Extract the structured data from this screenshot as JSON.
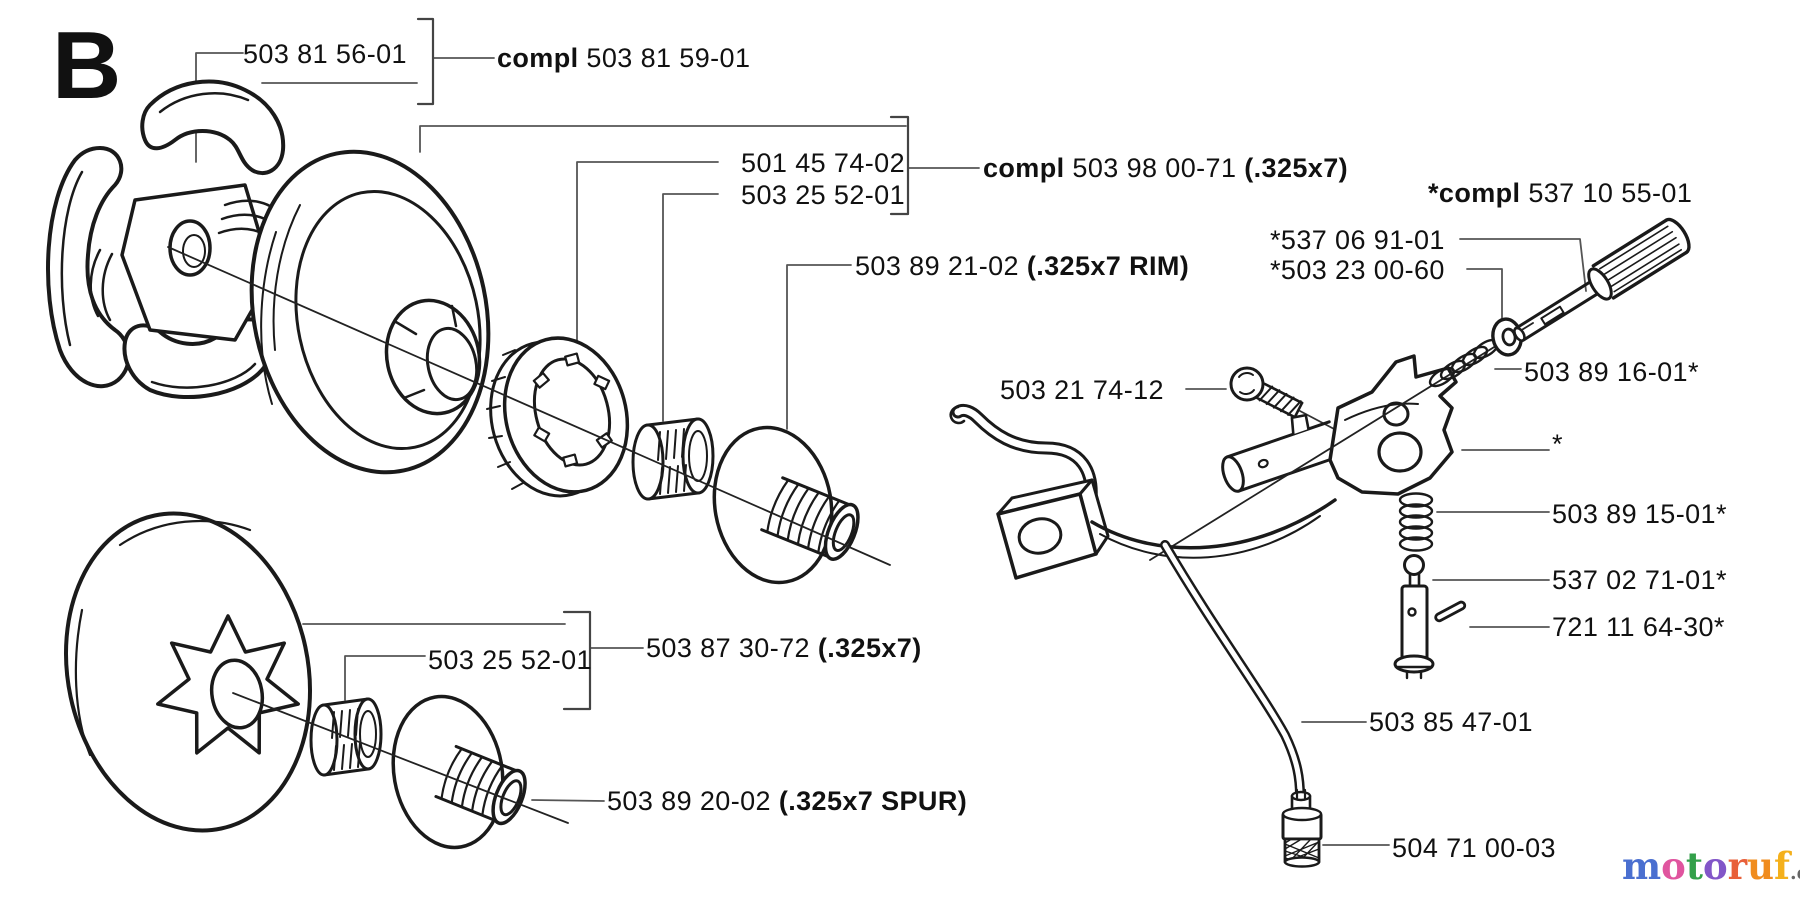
{
  "page": {
    "section_letter": "B"
  },
  "parts": {
    "p1": {
      "number": "503 81 56-01"
    },
    "p2": {
      "bold_prefix": "compl",
      "number": " 503 81 59-01"
    },
    "p3": {
      "number": "501 45 74-02"
    },
    "p4": {
      "number": "503 25 52-01"
    },
    "p5": {
      "bold_prefix": "compl",
      "number": " 503 98 00-71 ",
      "bold_suffix": "(.325x7)"
    },
    "p6": {
      "bold_prefix": "*compl",
      "number": " 537 10 55-01"
    },
    "p7": {
      "number": "*537 06 91-01"
    },
    "p8": {
      "number": "*503 23 00-60"
    },
    "p9": {
      "number": "503 89 21-02 ",
      "bold_suffix": "(.325x7 RIM)"
    },
    "p10": {
      "number": "503 21 74-12"
    },
    "p11": {
      "number": "503 89 16-01*"
    },
    "p12": {
      "number": "*"
    },
    "p13": {
      "number": "503 89 15-01*"
    },
    "p14": {
      "number": "537 02 71-01*"
    },
    "p15": {
      "number": "721 11 64-30*"
    },
    "p16": {
      "number": "503 87 30-72 ",
      "bold_suffix": "(.325x7)"
    },
    "p17": {
      "number": "503 25 52-01"
    },
    "p18": {
      "number": "503 89 20-02 ",
      "bold_suffix": "(.325x7 SPUR)"
    },
    "p19": {
      "number": "503 85 47-01"
    },
    "p20": {
      "number": "504 71 00-03"
    }
  },
  "watermark": {
    "letters": [
      {
        "ch": "m",
        "style": "color:#4a6fd0"
      },
      {
        "ch": "o",
        "style": "color:#e0559f"
      },
      {
        "ch": "t",
        "style": "color:#33a04a"
      },
      {
        "ch": "o",
        "style": "color:#8256c8"
      },
      {
        "ch": "r",
        "style": "color:#e8603a"
      },
      {
        "ch": "u",
        "style": "color:#f08c1e"
      },
      {
        "ch": "f",
        "style": "color:#f4b01c"
      }
    ],
    "suffix": ".de"
  }
}
